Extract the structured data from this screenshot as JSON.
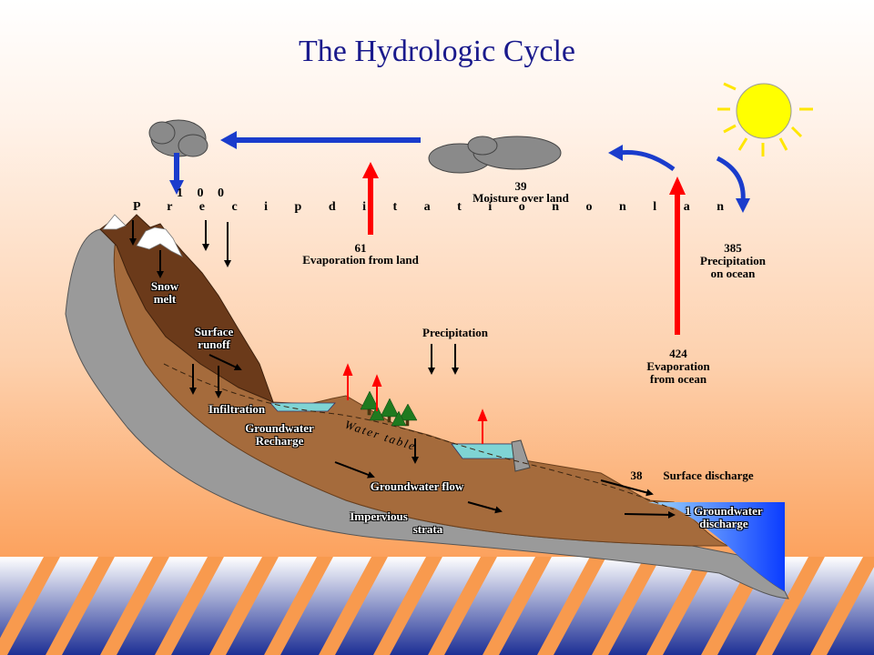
{
  "title": "The Hydrologic Cycle",
  "labels": {
    "precip_land_value": "1 0 0",
    "precip_land_text": "P r e c i p d i t a t i o n   o n   l a n",
    "moisture_value": "39",
    "moisture_text": "Moisture over land",
    "evap_land_value": "61",
    "evap_land_text": "Evaporation from land",
    "precip_ocean_value": "385",
    "precip_ocean_line1": "Precipitation",
    "precip_ocean_line2": "on ocean",
    "evap_ocean_value": "424",
    "evap_ocean_line1": "Evaporation",
    "evap_ocean_line2": "from ocean",
    "snow_melt_line1": "Snow",
    "snow_melt_line2": "melt",
    "surface_runoff_line1": "Surface",
    "surface_runoff_line2": "runoff",
    "precipitation": "Precipitation",
    "infiltration": "Infiltration",
    "gw_recharge_line1": "Groundwater",
    "gw_recharge_line2": "Recharge",
    "water_table": "Water table",
    "gw_flow": "Groundwater flow",
    "surface_discharge_value": "38",
    "surface_discharge_text": "Surface discharge",
    "gw_discharge_line1": "1 Groundwater",
    "gw_discharge_line2": "discharge",
    "impervious_line1": "Impervious",
    "impervious_line2": "strata"
  },
  "colors": {
    "title": "#1a1a8c",
    "evaporation_arrow": "#ff0000",
    "precipitation_arrow": "#1a3ccc",
    "soil": "#a56b3c",
    "mountain": "#6b3a1a",
    "bedrock": "#9a9a9a",
    "ocean": "#1f66ff",
    "sun": "#ffff00"
  }
}
